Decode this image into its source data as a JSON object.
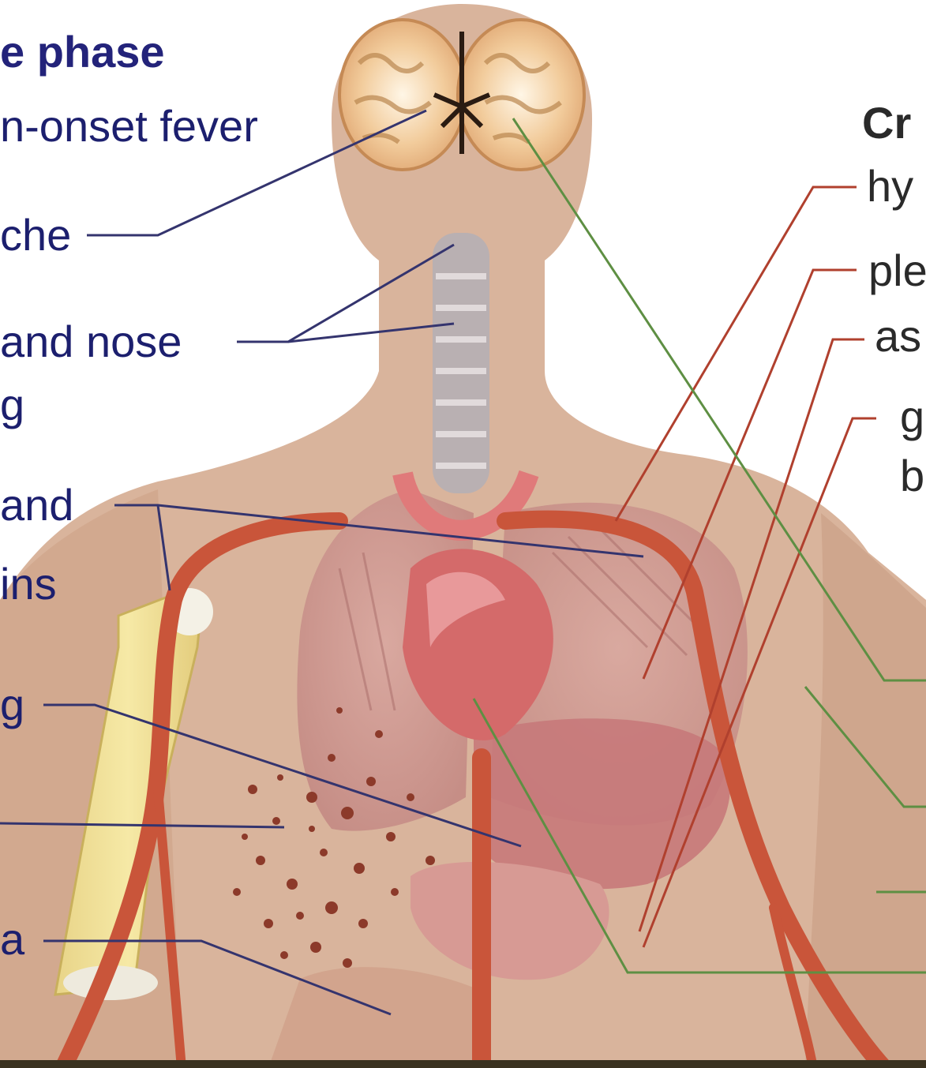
{
  "labels_left": {
    "phase_title": "e phase",
    "fever": "n-onset fever",
    "headache": "che",
    "throat_nose": "and nose",
    "throat_nose_line2": "g",
    "joint_line1": " and",
    "joint_line2": "ins",
    "row_g": "g",
    "row_a": "a"
  },
  "labels_right": {
    "phase_title": "Cr",
    "item1": "hy",
    "item2": "ple",
    "item3": "as",
    "item4_line1": "g",
    "item4_line2": "b"
  },
  "colors": {
    "skin": "#d9b49c",
    "artery": "#c9553a",
    "leader_blue": "#34346e",
    "leader_green": "#5e8f43",
    "leader_red": "#b0402e",
    "label_text": "#1c1f6e",
    "footer": "#3a3220"
  }
}
